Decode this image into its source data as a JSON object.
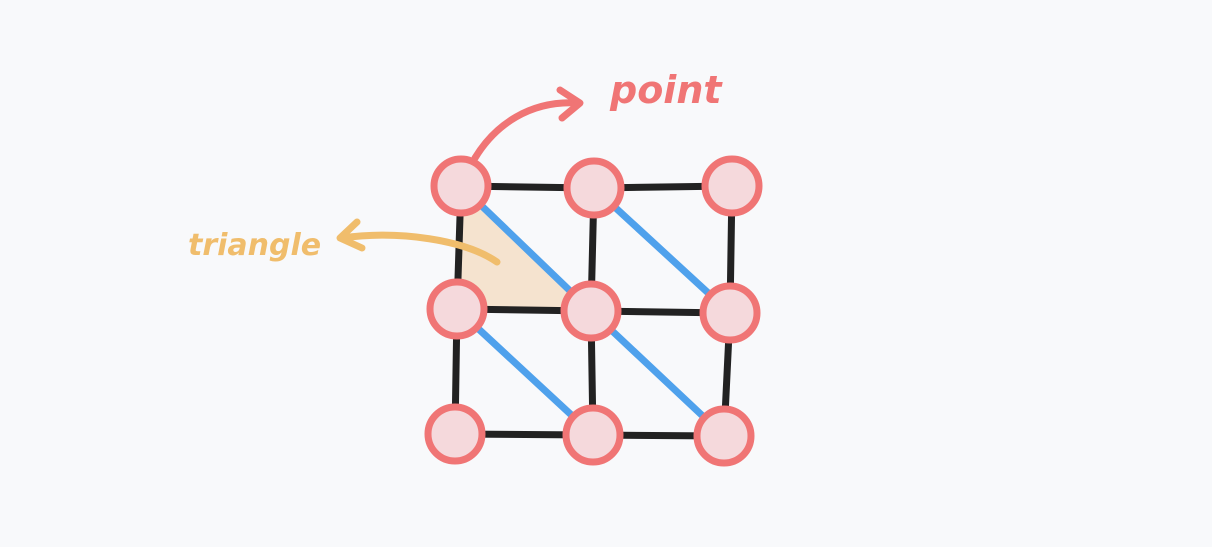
{
  "labels": {
    "point": "point",
    "triangle": "triangle"
  },
  "colors": {
    "background": "#f8f9fb",
    "node_fill": "#f5d9dc",
    "node_stroke": "#f07575",
    "edge_grid": "#222222",
    "edge_diagonal": "#4fa1ec",
    "triangle_fill": "#f5e3cf",
    "point_label": "#f07575",
    "triangle_label": "#f0bd6c"
  },
  "diagram": {
    "rows": 3,
    "cols": 3
  }
}
